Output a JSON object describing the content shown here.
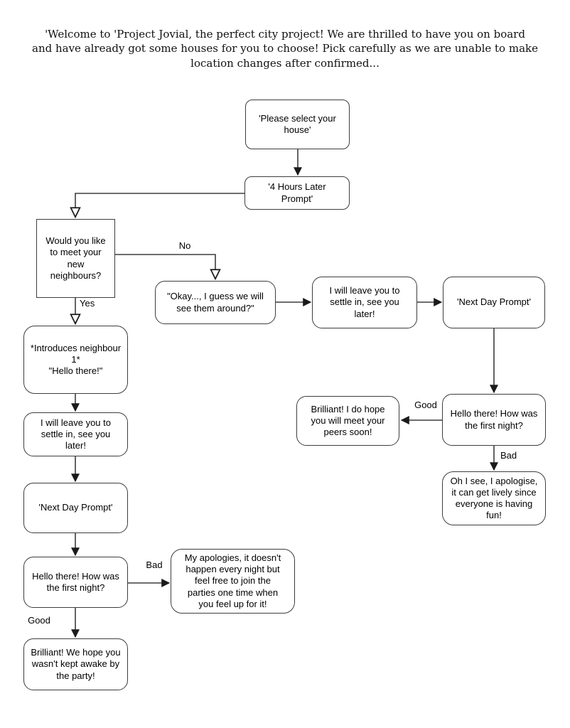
{
  "header": {
    "text": "'Welcome to 'Project Jovial, the perfect city project! We are thrilled to have you on board\nand have already got some houses for you to choose! Pick carefully as we are unable to make\nlocation changes after confirmed..."
  },
  "flowchart": {
    "nodes": {
      "please_select": {
        "text": "'Please select your\nhouse'"
      },
      "four_hours_later": {
        "text": "'4 Hours Later\nPrompt'"
      },
      "meet_neighbours": {
        "text": "Would you like\nto meet your\nnew\nneighbours?"
      },
      "okay_guess": {
        "text": "\"Okay..., I guess we will\nsee them around?\""
      },
      "introduces_neighbour": {
        "text": "*Introduces neighbour\n1*\n\"Hello there!\""
      },
      "leave_settle_left": {
        "text": "I will leave you to\nsettle in, see you\nlater!"
      },
      "next_day_left": {
        "text": "'Next Day Prompt'"
      },
      "first_night_left": {
        "text": "Hello there! How was\nthe first night?"
      },
      "my_apologies": {
        "text": "My apologies, it doesn't\nhappen every night but\nfeel free to join the\nparties one time when\nyou feel up for it!"
      },
      "brilliant_party": {
        "text": "Brilliant! We hope you\nwasn't kept awake by\nthe party!"
      },
      "leave_settle_right": {
        "text": "I will leave you to\nsettle in, see you\nlater!"
      },
      "next_day_right": {
        "text": "'Next Day Prompt'"
      },
      "first_night_right": {
        "text": "Hello there! How was\nthe first night?"
      },
      "brilliant_peers": {
        "text": "Brilliant! I do hope\nyou will meet your\npeers soon!"
      },
      "oh_i_see": {
        "text": "Oh I see, I apologise,\nit can get lively since\neveryone is having\nfun!"
      }
    },
    "labels": {
      "no": "No",
      "yes": "Yes",
      "good": "Good",
      "bad": "Bad"
    },
    "colors": {
      "line": "#3d3d3d",
      "background": "#ffffff"
    }
  }
}
